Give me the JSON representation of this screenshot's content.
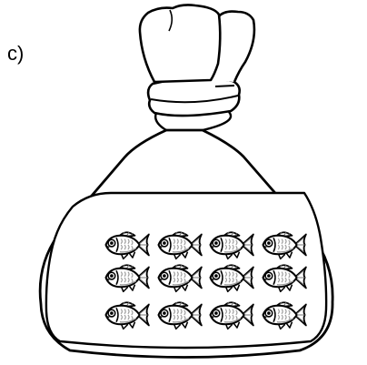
{
  "item_label": "c)",
  "illustration": {
    "subject": "tied-bag-of-fish",
    "fish": {
      "rows": 3,
      "columns": 4,
      "count": 12,
      "icon": "fish-icon"
    },
    "colors": {
      "outline": "#000000",
      "fill": "#ffffff",
      "fish_shading": "#9a9a9a"
    }
  }
}
